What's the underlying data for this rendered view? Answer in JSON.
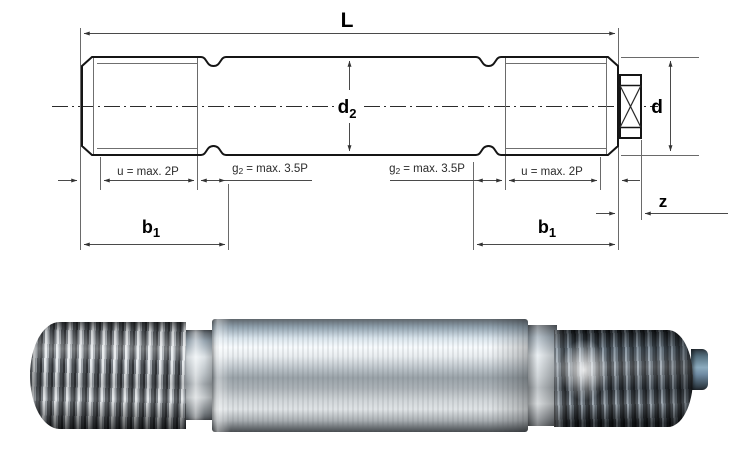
{
  "drawing": {
    "dim_L": "L",
    "dim_d2_base": "d",
    "dim_d2_sub": "2",
    "dim_d": "d",
    "dim_z": "z",
    "dim_b1_base": "b",
    "dim_b1_sub": "1",
    "note_u": "u = max. 2P",
    "note_g2_base": "g",
    "note_g2_sub": "2",
    "note_g2_rest": "= max. 3.5P",
    "outline_color": "#151515",
    "dim_line_color": "#4a4a4a"
  },
  "photo_palette": {
    "steel_light": "#e8ecef",
    "steel_mid": "#9aa2a8",
    "steel_dark": "#3f4347",
    "tip_blue": "#6f8ba3"
  }
}
